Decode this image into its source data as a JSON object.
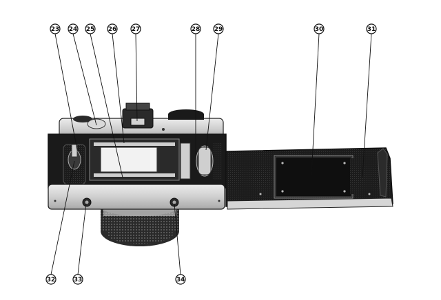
{
  "callouts": [
    {
      "label": "23"
    },
    {
      "label": "24"
    },
    {
      "label": "25"
    },
    {
      "label": "26"
    },
    {
      "label": "27"
    },
    {
      "label": "28"
    },
    {
      "label": "29"
    },
    {
      "label": "30"
    },
    {
      "label": "31"
    },
    {
      "label": "32"
    },
    {
      "label": "33"
    },
    {
      "label": "34"
    }
  ],
  "colors": {
    "ink": "#111111",
    "body_dark": "#1e1e1e",
    "metal": "#c9c9c9",
    "metal_light": "#e4e4e4",
    "film_gate": "#f2f2f2"
  }
}
